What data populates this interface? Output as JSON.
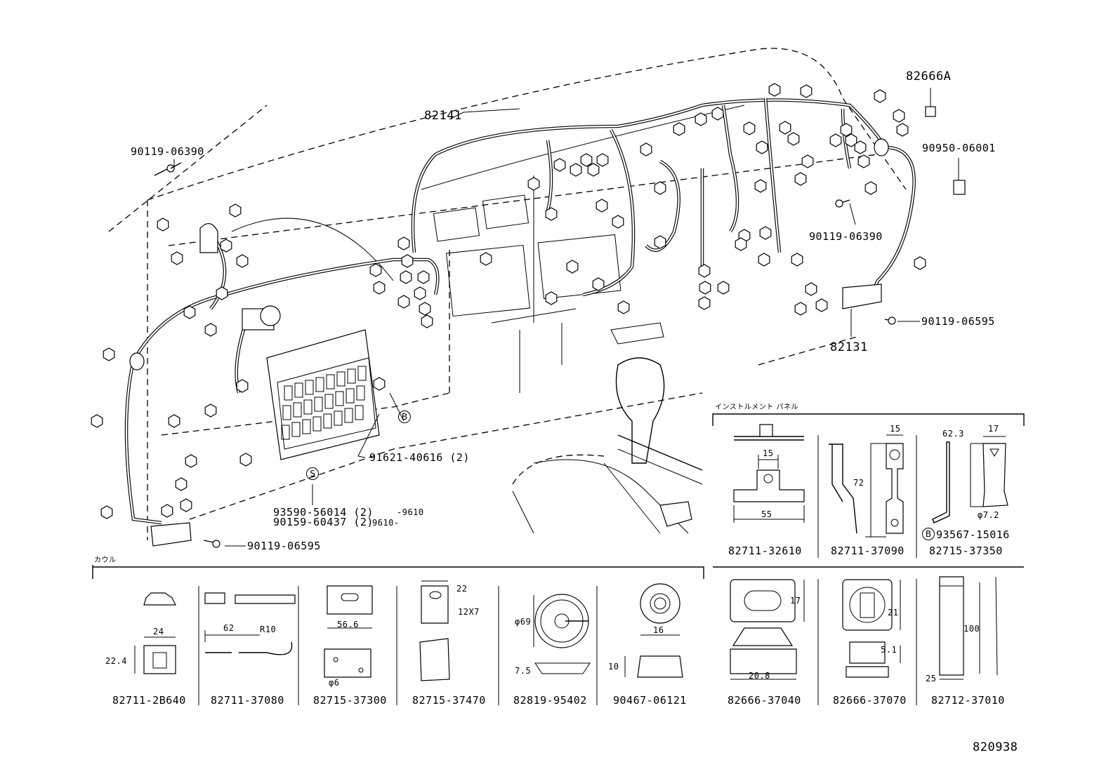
{
  "main_diagram": {
    "labels": {
      "harness_82141": "82141",
      "grommet_82666A": "82666A",
      "bolt_left_top": "90119-06390",
      "tape_90950": "90950-06001",
      "bolt_right_mid": "90119-06390",
      "bolt_right_low": "90119-06595",
      "harness_82131": "82131",
      "clip_91621": "91621-40616 (2)",
      "screw_93590": "93590-56014 (2)",
      "screw_90159": "90159-60437 (2)",
      "date_range_1": "-9610",
      "date_range_2": "9610-",
      "bolt_left_bottom": "90119-06595",
      "callout_b": "B",
      "callout_s": "S"
    }
  },
  "instrument_panel_section": {
    "heading": "インストルメント パネル",
    "parts": [
      {
        "number": "82711-32610",
        "dims": [
          "15",
          "55"
        ]
      },
      {
        "number": "82711-37090",
        "dims": [
          "15",
          "72"
        ]
      },
      {
        "number": "82715-37350",
        "dims": [
          "62.3",
          "17",
          "φ7.2"
        ],
        "note_callout": "B",
        "note": "93567-15016"
      }
    ]
  },
  "cowl_section": {
    "heading": "カウル",
    "parts": [
      {
        "number": "82711-2B640",
        "dims": [
          "24",
          "22.4"
        ]
      },
      {
        "number": "82711-37080",
        "dims": [
          "62",
          "R10"
        ]
      },
      {
        "number": "82715-37300",
        "dims": [
          "56.6",
          "φ6"
        ]
      },
      {
        "number": "82715-37470",
        "dims": [
          "22",
          "12X7"
        ]
      },
      {
        "number": "82819-95402",
        "dims": [
          "φ69",
          "7.5"
        ]
      },
      {
        "number": "90467-06121",
        "dims": [
          "16",
          "10"
        ]
      }
    ]
  },
  "right_bottom_section": {
    "parts": [
      {
        "number": "82666-37040",
        "dims": [
          "17",
          "20.8"
        ]
      },
      {
        "number": "82666-37070",
        "dims": [
          "21",
          "5.1"
        ]
      },
      {
        "number": "82712-37010",
        "dims": [
          "100",
          "25"
        ]
      }
    ]
  },
  "figure_code": "820938"
}
